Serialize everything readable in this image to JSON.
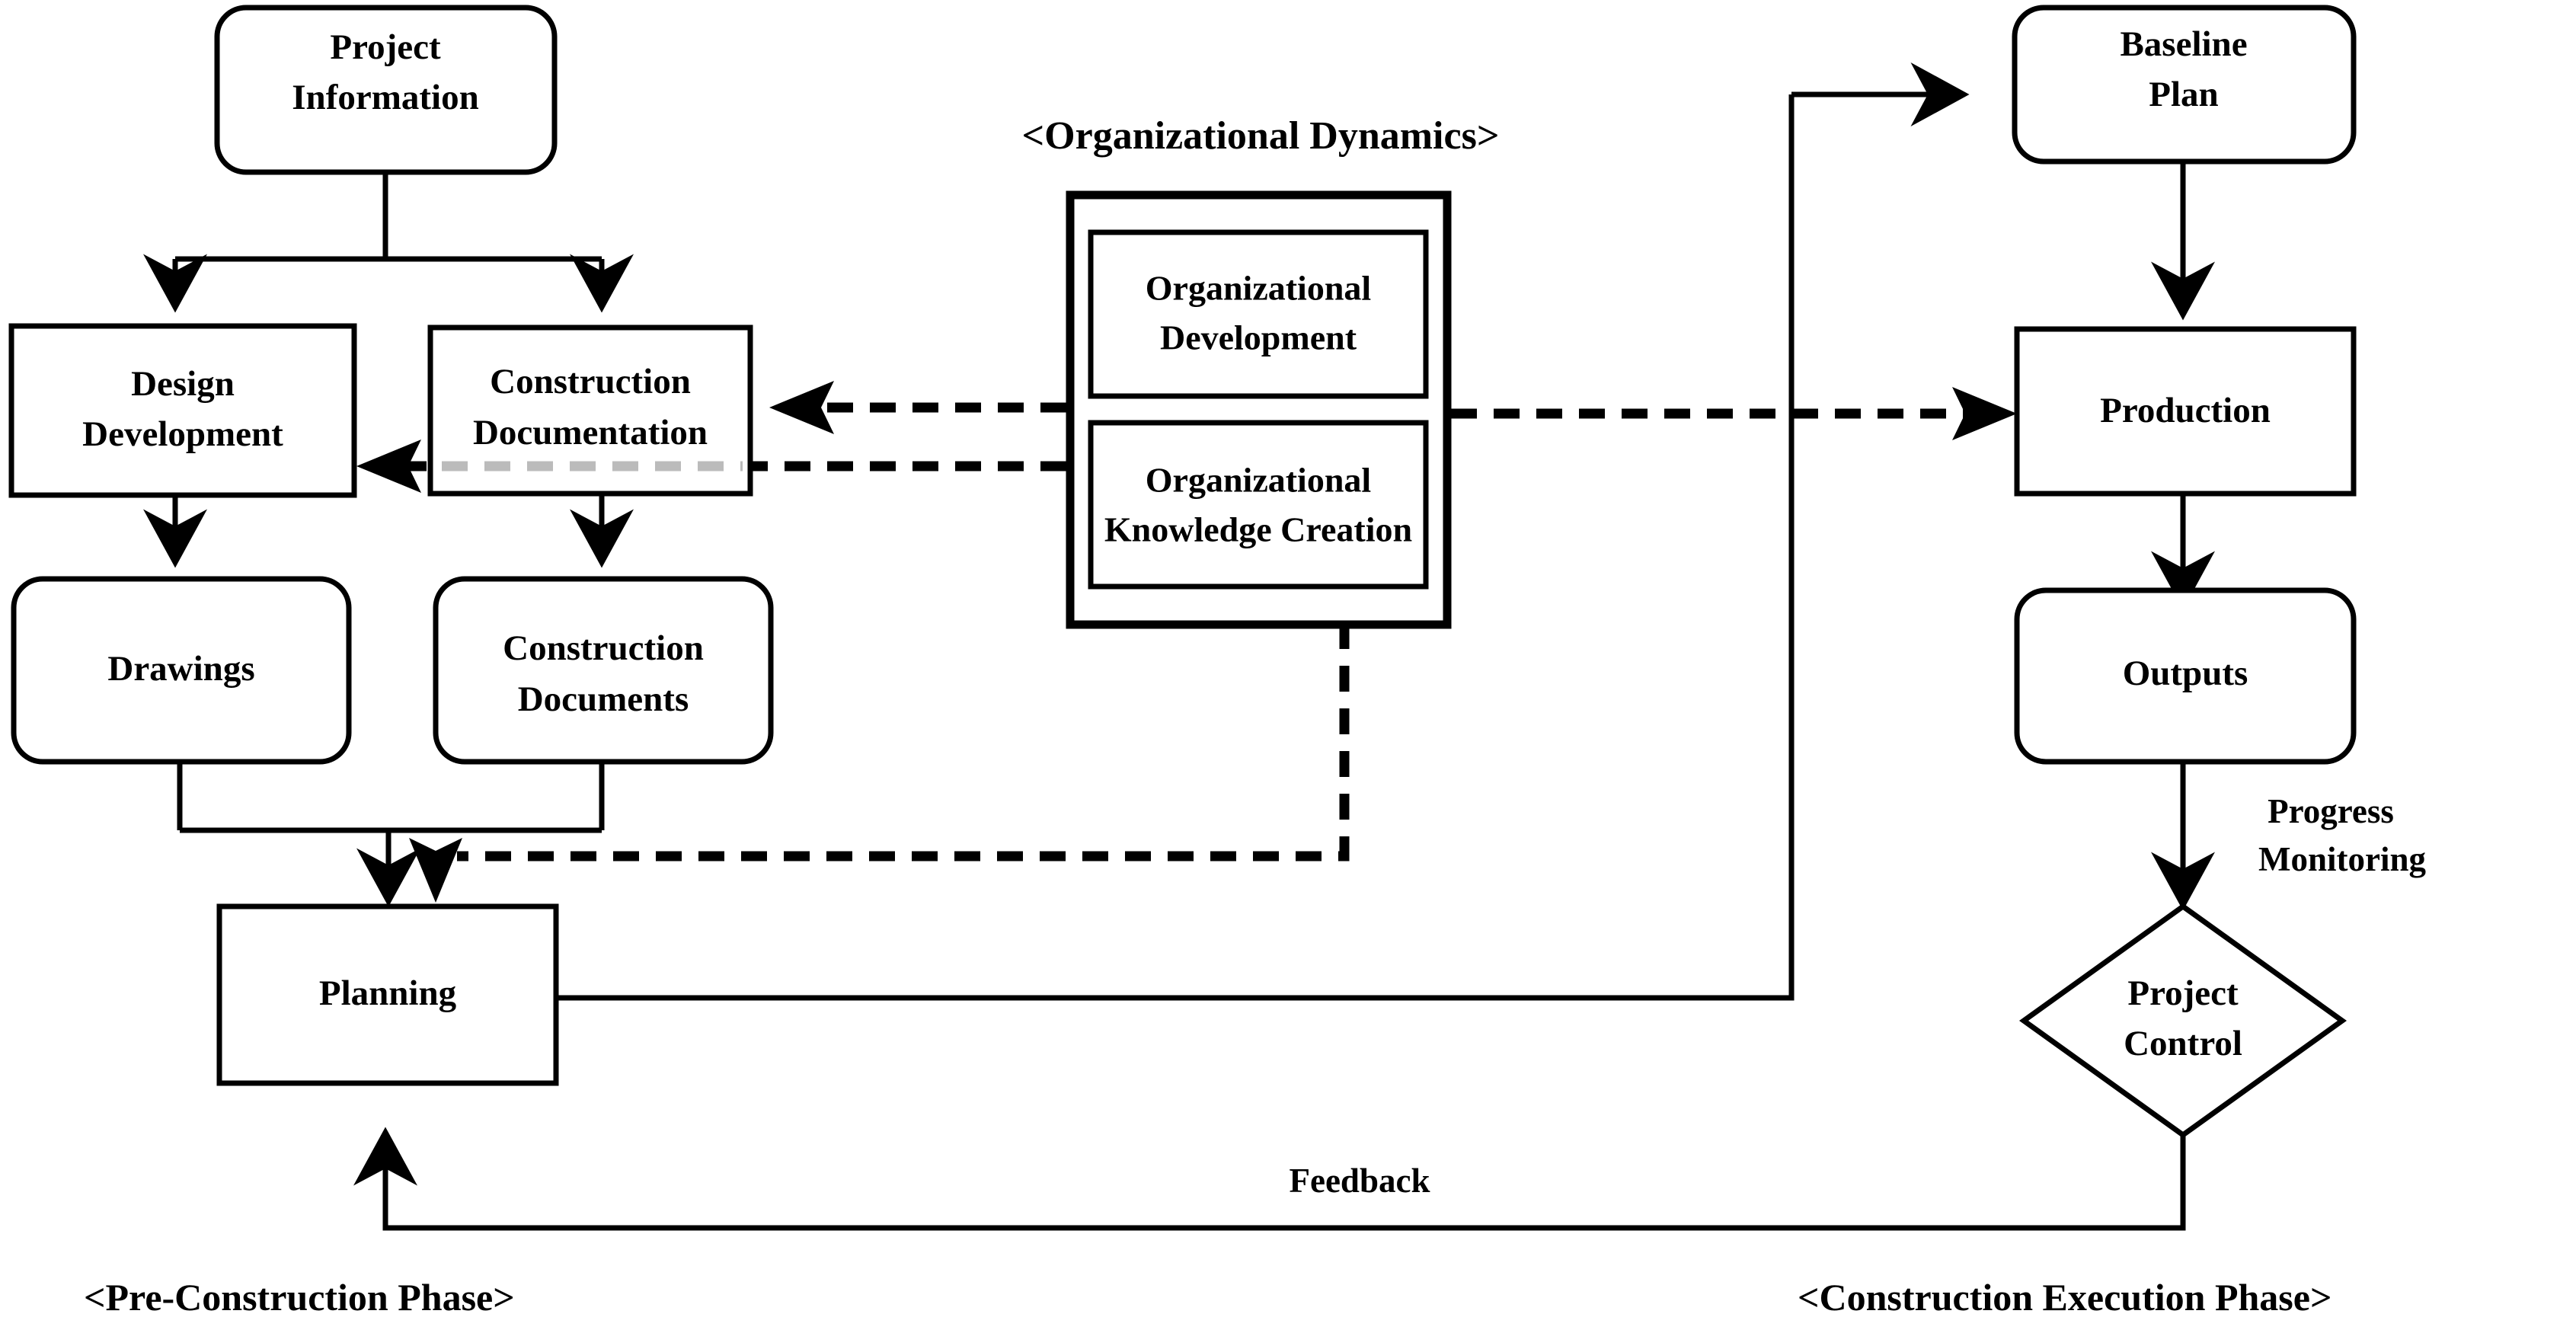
{
  "diagram": {
    "title_label": "<Organizational Dynamics>",
    "phase_left": "<Pre-Construction Phase>",
    "phase_right": "<Construction Execution Phase>",
    "nodes": {
      "project_information": "Project Information",
      "project_information_l1": "Project",
      "project_information_l2": "Information",
      "design_development_l1": "Design",
      "design_development_l2": "Development",
      "construction_documentation_l1": "Construction",
      "construction_documentation_l2": "Documentation",
      "drawings": "Drawings",
      "construction_documents_l1": "Construction",
      "construction_documents_l2": "Documents",
      "planning": "Planning",
      "organizational_development_l1": "Organizational",
      "organizational_development_l2": "Development",
      "organizational_knowledge_creation_l1": "Organizational",
      "organizational_knowledge_creation_l2": "Knowledge Creation",
      "baseline_plan_l1": "Baseline",
      "baseline_plan_l2": "Plan",
      "production": "Production",
      "outputs": "Outputs",
      "project_control_l1": "Project",
      "project_control_l2": "Control"
    },
    "edge_labels": {
      "progress_monitoring_l1": "Progress",
      "progress_monitoring_l2": "Monitoring",
      "feedback": "Feedback"
    },
    "colors": {
      "stroke": "#000000",
      "fill": "#ffffff",
      "gray_dash": "#bbbbbb"
    }
  }
}
